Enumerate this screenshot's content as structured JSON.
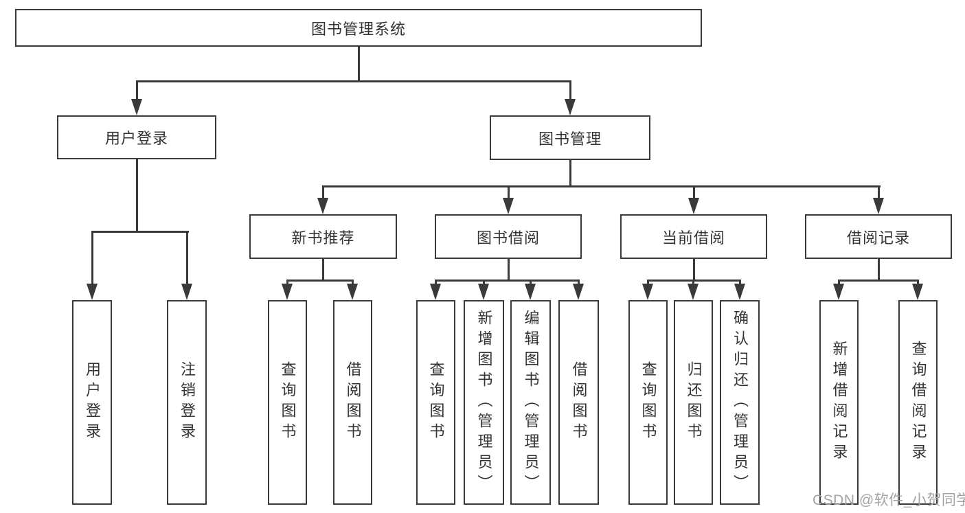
{
  "colors": {
    "line": "#3a3a3a",
    "box_border": "#3a3a3a",
    "box_background": "#ffffff",
    "text": "#333333",
    "watermark": "#a3a3a3"
  },
  "tree": {
    "root": {
      "label": "图书管理系统"
    },
    "level2": [
      {
        "label": "用户登录",
        "children": [
          {
            "label": "用户登录"
          },
          {
            "label": "注销登录"
          }
        ]
      },
      {
        "label": "图书管理",
        "children": [
          {
            "label": "新书推荐",
            "children": [
              {
                "label": "查询图书"
              },
              {
                "label": "借阅图书"
              }
            ]
          },
          {
            "label": "图书借阅",
            "children": [
              {
                "label": "查询图书"
              },
              {
                "label": "新增图书（管理员）"
              },
              {
                "label": "编辑图书（管理员）"
              },
              {
                "label": "借阅图书"
              }
            ]
          },
          {
            "label": "当前借阅",
            "children": [
              {
                "label": "查询图书"
              },
              {
                "label": "归还图书"
              },
              {
                "label": "确认归还（管理员）"
              }
            ]
          },
          {
            "label": "借阅记录",
            "children": [
              {
                "label": "新增借阅记录"
              },
              {
                "label": "查询借阅记录"
              }
            ]
          }
        ]
      }
    ]
  },
  "watermark": {
    "text": "CSDN @软件_小贺同学"
  }
}
